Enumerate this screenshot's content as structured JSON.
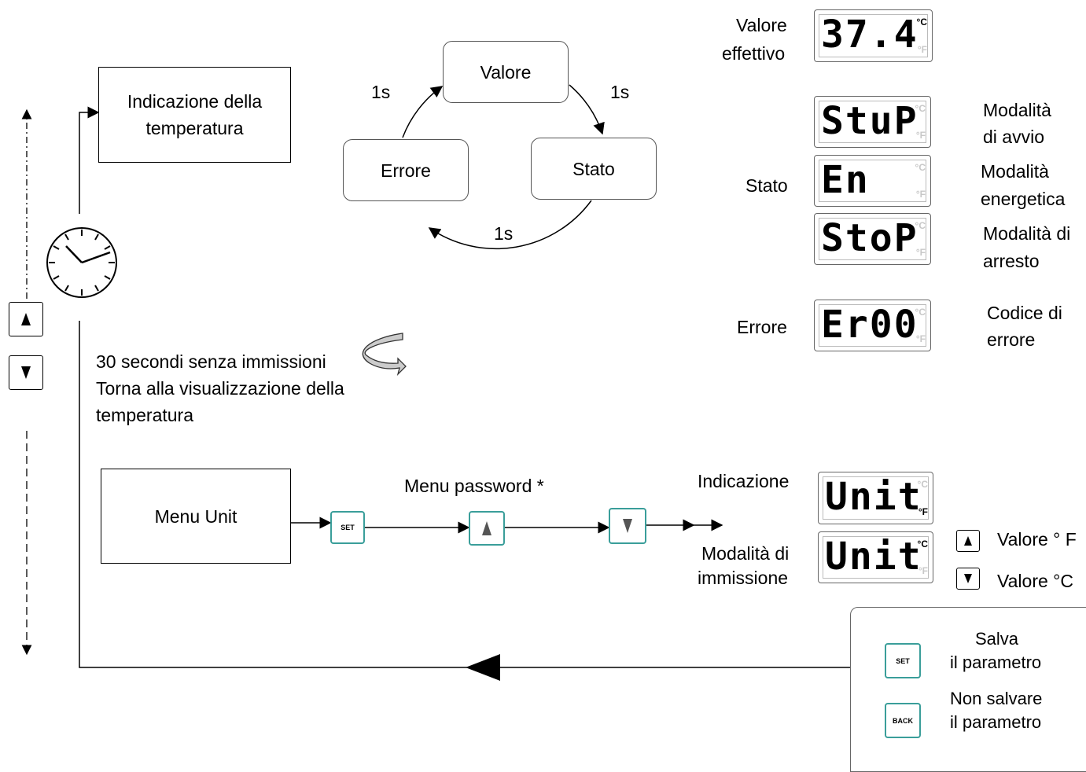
{
  "temperature_box": {
    "line1": "Indicazione della",
    "line2": "temperatura"
  },
  "cycle": {
    "value_label": "Valore",
    "state_label": "Stato",
    "error_label": "Errore",
    "interval_top_left": "1s",
    "interval_top_right": "1s",
    "interval_bottom": "1s"
  },
  "timeout_note": {
    "line1": "30 secondi senza immissioni",
    "line2": "Torna alla visualizzazione della",
    "line3": "temperatura"
  },
  "right_panel": {
    "actual_value": {
      "label_line1": "Valore",
      "label_line2": "effettivo",
      "display": "37.4",
      "unit_c": "°C",
      "unit_f": "°F"
    },
    "state_label": "Stato",
    "states": [
      {
        "display": "StuP",
        "desc_line1": "Modalità",
        "desc_line2": "di avvio"
      },
      {
        "display": "En",
        "desc_line1": "Modalità",
        "desc_line2": "energetica"
      },
      {
        "display": "StoP",
        "desc_line1": "Modalità di",
        "desc_line2": "arresto"
      }
    ],
    "error": {
      "label": "Errore",
      "display": "Er00",
      "desc_line1": "Codice di",
      "desc_line2": "errore"
    }
  },
  "unit_menu": {
    "box_label": "Menu Unit",
    "password_label": "Menu password *",
    "set_key": "SET",
    "indication_label": "Indicazione",
    "input_label_line1": "Modalità di",
    "input_label_line2": "immissione",
    "display_indication": "Unit",
    "display_input": "Unit",
    "unit_c": "°C",
    "unit_f": "°F",
    "up_value": "Valore ° F",
    "down_value": "Valore °C"
  },
  "legend": {
    "set_key": "SET",
    "set_desc_line1": "Salva",
    "set_desc_line2": "il parametro",
    "back_key": "BACK",
    "back_desc_line1": "Non salvare",
    "back_desc_line2": "il parametro"
  }
}
